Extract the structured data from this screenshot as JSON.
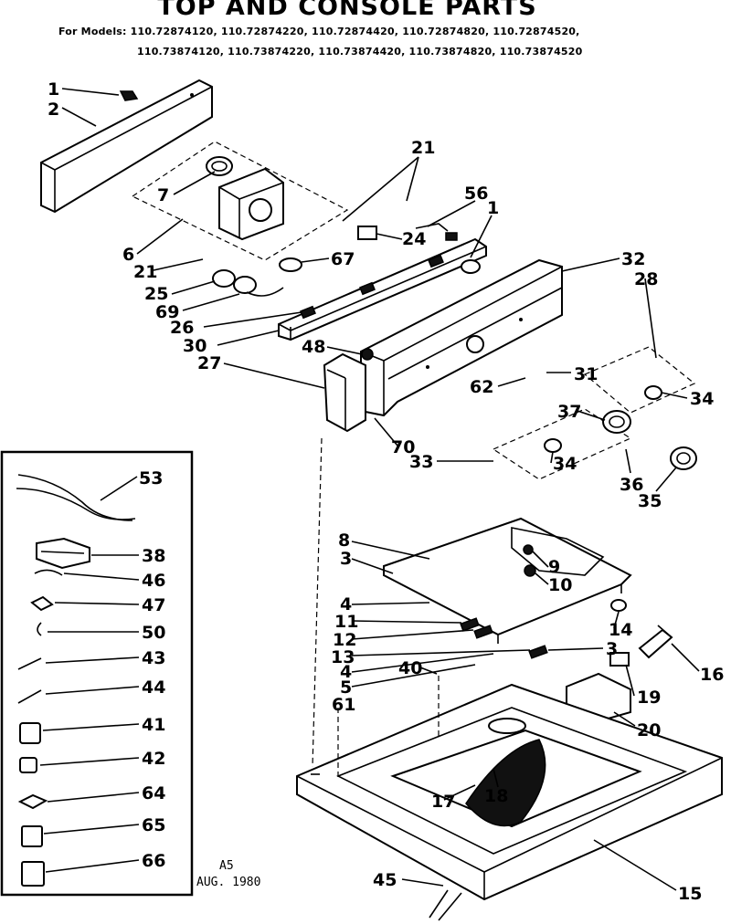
{
  "title": "TOP AND CONSOLE PARTS",
  "models": {
    "prefix": "For Models:",
    "line1": "110.72874120, 110.72874220, 110.72874420, 110.72874820, 110.72874520,",
    "line2": "110.73874120, 110.73874220, 110.73874420, 110.73874820, 110.73874520"
  },
  "footnote": {
    "code": "A5",
    "date": "AUG. 1980"
  },
  "callouts": {
    "c1a": "1",
    "c2": "2",
    "c21a": "21",
    "c7": "7",
    "c56": "56",
    "c1b": "1",
    "c6": "6",
    "c24": "24",
    "c67": "67",
    "c21b": "21",
    "c25": "25",
    "c69": "69",
    "c26": "26",
    "c30": "30",
    "c48": "48",
    "c27": "27",
    "c32": "32",
    "c28": "28",
    "c31": "31",
    "c62": "62",
    "c34a": "34",
    "c37": "37",
    "c70": "70",
    "c33": "33",
    "c34b": "34",
    "c36": "36",
    "c35": "35",
    "c53": "53",
    "c38": "38",
    "c46": "46",
    "c47": "47",
    "c50": "50",
    "c43": "43",
    "c44": "44",
    "c41": "41",
    "c42": "42",
    "c64": "64",
    "c65": "65",
    "c66": "66",
    "c8": "8",
    "c3a": "3",
    "c9": "9",
    "c10": "10",
    "c4a": "4",
    "c11": "11",
    "c12": "12",
    "c13": "13",
    "c4b": "4",
    "c40": "40",
    "c5": "5",
    "c61": "61",
    "c14": "14",
    "c3b": "3",
    "c16": "16",
    "c19": "19",
    "c20": "20",
    "c17": "17",
    "c18": "18",
    "c45": "45",
    "c15": "15"
  }
}
